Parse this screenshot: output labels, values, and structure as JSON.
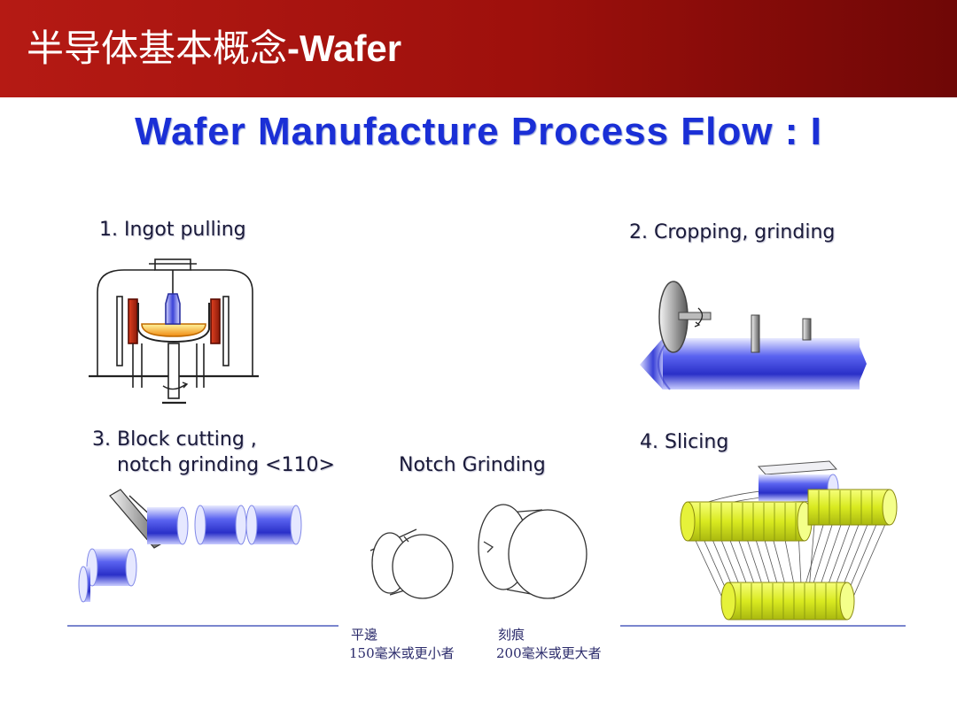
{
  "header": {
    "title_cn": "半导体基本概念",
    "title_latin": "-Wafer"
  },
  "main": {
    "title": "Wafer Manufacture Process Flow : I"
  },
  "steps": {
    "ingot": "1. Ingot pulling",
    "cropping": "2. Cropping, grinding",
    "block_line1": "3. Block cutting ,",
    "block_line2": "notch grinding <110>",
    "notch": "Notch Grinding",
    "slicing": "4. Slicing"
  },
  "notes": {
    "flat_label": "平邊",
    "flat_size": "150毫米或更小者",
    "notch_label": "刻痕",
    "notch_size": "200毫米或更大者"
  },
  "colors": {
    "header_red": "#b51a14",
    "title_blue": "#1a2fd6",
    "ingot_blue": "#4a55e8",
    "wafer_yellow": "#e6f23a"
  }
}
